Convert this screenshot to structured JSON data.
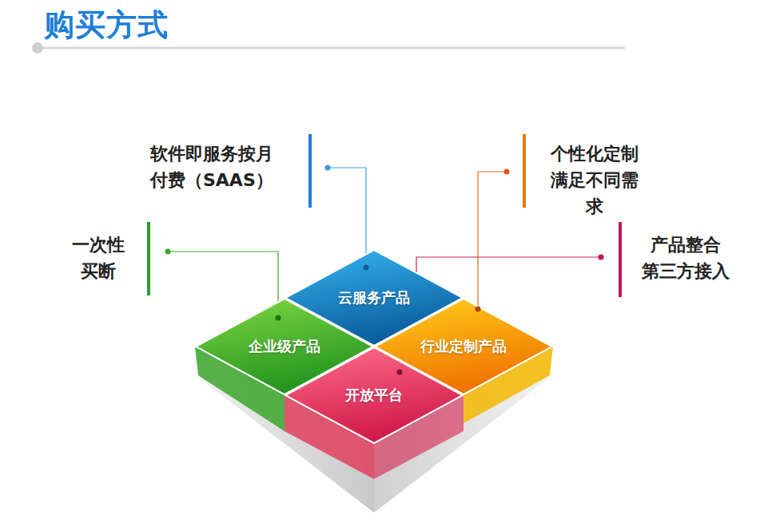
{
  "diagram": {
    "title": "购买方式",
    "nodes": [
      {
        "text": [
          "云服务产品"
        ]
      },
      {
        "text": [
          "企业级产品"
        ]
      },
      {
        "text": [
          "行业定制产品"
        ]
      },
      {
        "text": [
          "开放平台"
        ]
      }
    ],
    "labels": [
      "软件即服务按月 付费（SAAS）",
      "个性化定制 满足不同需求",
      "一次性 买断",
      "产品整合 第三方接入"
    ]
  }
}
